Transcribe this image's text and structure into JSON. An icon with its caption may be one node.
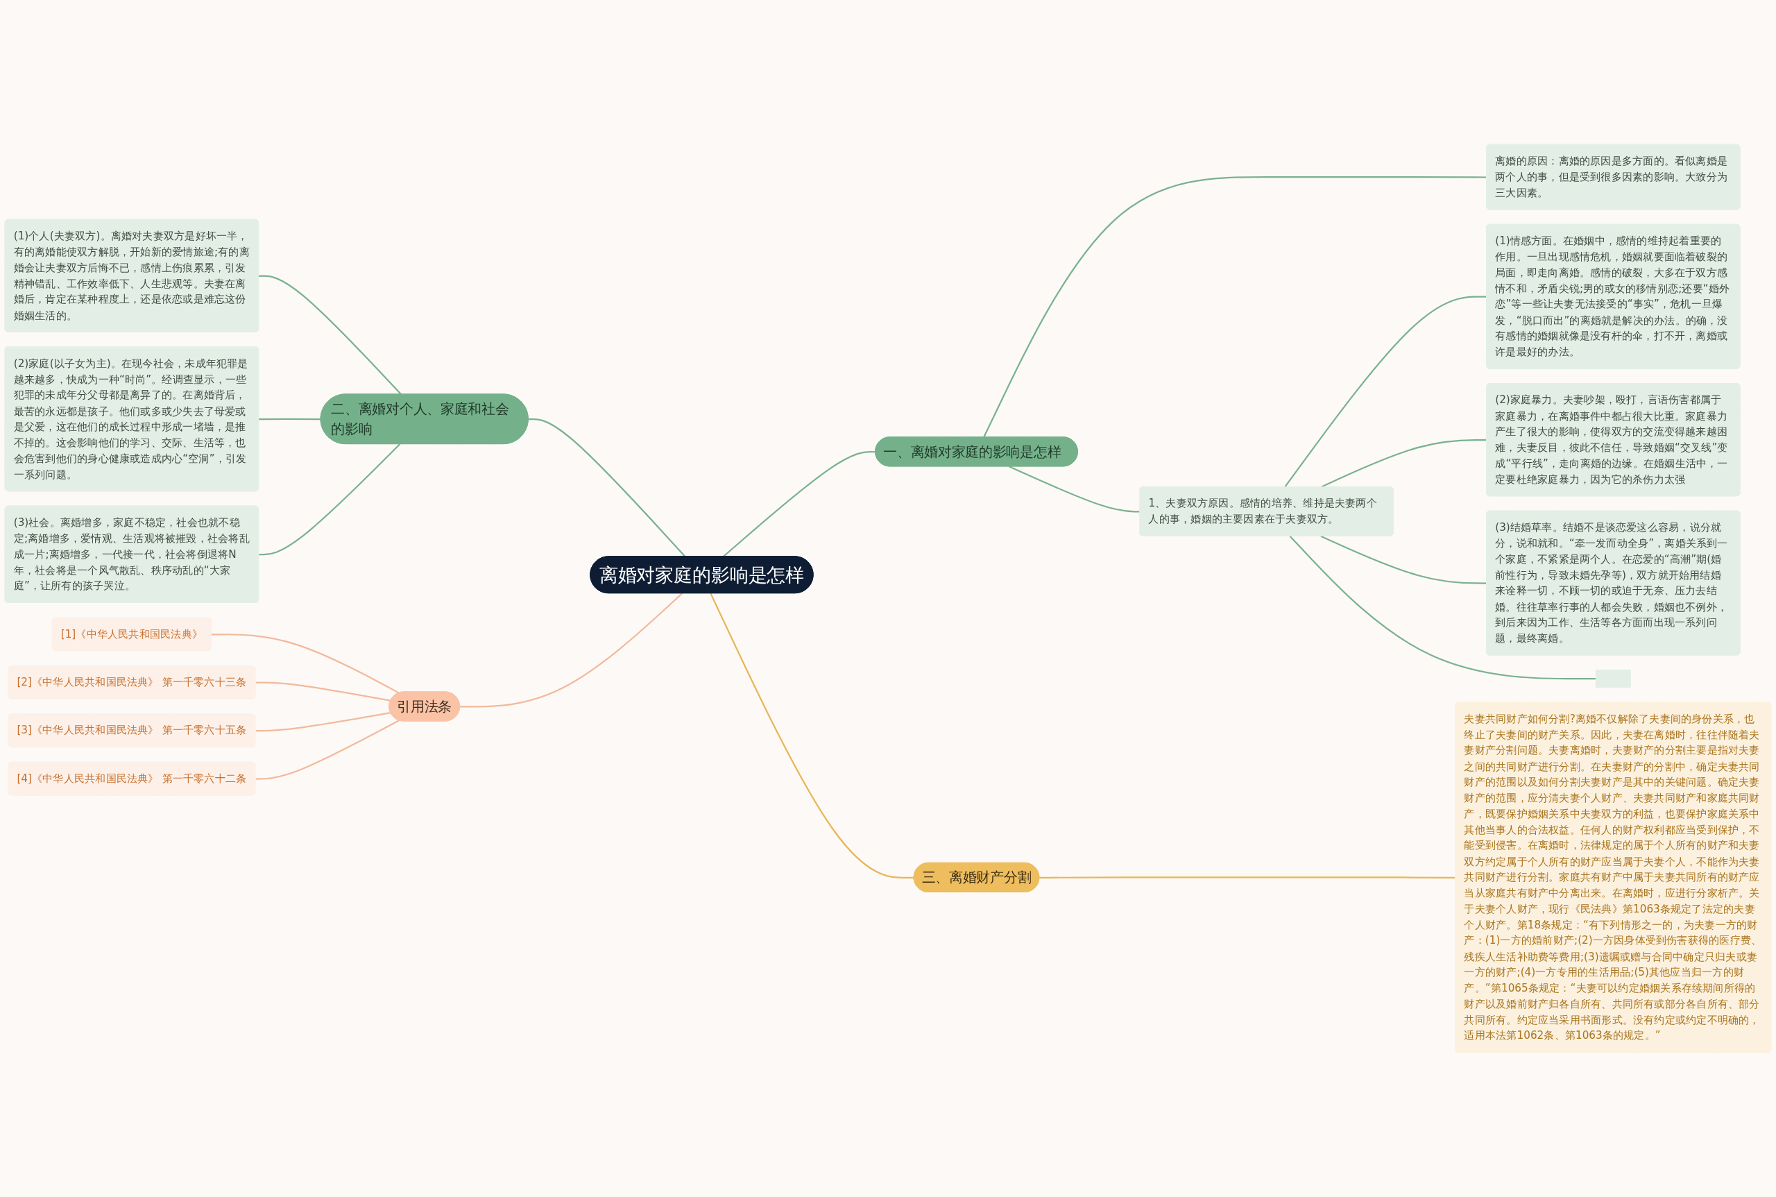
{
  "diagram": {
    "nodes": [
      {
        "text": [
          "离婚对家庭的影响是怎样"
        ]
      },
      {
        "text": [
          "一、离婚对家庭的影响是怎样"
        ]
      },
      {
        "text": [
          "离婚的原因：离婚的原因是多方面的。看似离婚是两个人的事，但是受到很多因素的影响。大致分为三大因素。"
        ]
      },
      {
        "text": [
          "1、夫妻双方原因。感情的培养、维持是夫妻两个人的事，婚姻的主要因素在于夫妻双方。"
        ]
      },
      {
        "text": [
          "(1)情感方面。在婚姻中，感情的维持起着重要的作用。一旦出现感情危机，婚姻就要面临着破裂的局面，即走向离婚。感情的破裂，大多在于双方感情不和，矛盾尖锐;男的或女的移情别恋;还要“婚外恋”等一些让夫妻无法接受的“事实”，危机一旦爆发，“脱口而出”的离婚就是解决的办法。的确，没有感情的婚姻就像是没有杆的伞，打不开，离婚或许是最好的办法。"
        ]
      },
      {
        "text": [
          "(2)家庭暴力。夫妻吵架，殴打，言语伤害都属于家庭暴力，在离婚事件中都占很大比重。家庭暴力产生了很大的影响，使得双方的交流变得越来越困难，夫妻反目，彼此不信任，导致婚姻“交叉线”变成“平行线”，走向离婚的边缘。在婚姻生活中，一定要杜绝家庭暴力，因为它的杀伤力太强"
        ]
      },
      {
        "text": [
          "(3)结婚草率。结婚不是谈恋爱这么容易，说分就分，说和就和。“牵一发而动全身”，离婚关系到一个家庭，不紧紧是两个人。在恋爱的“高潮”期(婚前性行为，导致未婚先孕等)，双方就开始用结婚来诠释一切，不顾一切的或迫于无奈、压力去结婚。往往草率行事的人都会失败，婚姻也不例外，到后来因为工作、生活等各方面而出现一系列问题，最终离婚。"
        ]
      },
      {
        "text": [],
        "shape": "box"
      },
      {
        "text": [
          "二、离婚对个人、家庭和社会的影响"
        ]
      },
      {
        "text": [
          "(1)个人(夫妻双方)。离婚对夫妻双方是好坏一半，有的离婚能使双方解脱，开始新的爱情旅途;有的离婚会让夫妻双方后悔不已，感情上伤痕累累，引发精神错乱、工作效率低下、人生悲观等。夫妻在离婚后，肯定在某种程度上，还是依恋或是难忘这份婚姻生活的。"
        ]
      },
      {
        "text": [
          "(2)家庭(以子女为主)。在现今社会，未成年犯罪是越来越多，快成为一种“时尚”。经调查显示，一些犯罪的未成年分父母都是离异了的。在离婚背后，最苦的永远都是孩子。他们或多或少失去了母爱或是父爱，这在他们的成长过程中形成一堵墙，是推不掉的。这会影响他们的学习、交际、生活等，也会危害到他们的身心健康或造成内心“空洞”，引发一系列问题。"
        ]
      },
      {
        "text": [
          "(3)社会。离婚增多，家庭不稳定，社会也就不稳定;离婚增多，爱情观、生活观将被摧毁，社会将乱成一片;离婚增多，一代接一代，社会将倒退将N年，社会将是一个风气散乱、秩序动乱的“大家庭”，让所有的孩子哭泣。"
        ]
      },
      {
        "text": [
          "三、离婚财产分割"
        ]
      },
      {
        "text": [
          "夫妻共同财产如何分割?离婚不仅解除了夫妻间的身份关系，也终止了夫妻间的财产关系。因此，夫妻在离婚时，往往伴随着夫妻财产分割问题。夫妻离婚时，夫妻财产的分割主要是指对夫妻之间的共同财产进行分割。在夫妻财产的分割中，确定夫妻共同财产的范围以及如何分割夫妻财产是其中的关键问题。确定夫妻财产的范围，应分清夫妻个人财产、夫妻共同财产和家庭共同财产，既要保护婚姻关系中夫妻双方的利益，也要保护家庭关系中其他当事人的合法权益。任何人的财产权利都应当受到保护，不能受到侵害。在离婚时，法律规定的属于个人所有的财产和夫妻双方约定属于个人所有的财产应当属于夫妻个人，不能作为夫妻共同财产进行分割。家庭共有财产中属于夫妻共同所有的财产应当从家庭共有财产中分离出来。在离婚时，应进行分家析产。关于夫妻个人财产，现行《民法典》第1063条规定了法定的夫妻个人财产。第18条规定：“有下列情形之一的，为夫妻一方的财产：(1)一方的婚前财产;(2)一方因身体受到伤害获得的医疗费、残疾人生活补助费等费用;(3)遗嘱或赠与合同中确定只归夫或妻一方的财产;(4)一方专用的生活用品;(5)其他应当归一方的财产。”第1065条规定：“夫妻可以约定婚姻关系存续期间所得的财产以及婚前财产归各自所有、共同所有或部分各自所有、部分共同所有。约定应当采用书面形式。没有约定或约定不明确的，适用本法第1062条、第1063条的规定。”"
        ]
      },
      {
        "text": [
          "引用法条"
        ]
      },
      {
        "text": [
          "[1]《中华人民共和国民法典》"
        ]
      },
      {
        "text": [
          "[2]《中华人民共和国民法典》 第一千零六十三条"
        ]
      },
      {
        "text": [
          "[3]《中华人民共和国民法典》 第一千零六十五条"
        ]
      },
      {
        "text": [
          "[4]《中华人民共和国民法典》 第一千零六十二条"
        ]
      }
    ],
    "edges": [
      {
        "from": 0,
        "to": 1,
        "arrow": "none"
      },
      {
        "from": 1,
        "to": 2,
        "arrow": "none"
      },
      {
        "from": 1,
        "to": 3,
        "arrow": "none"
      },
      {
        "from": 3,
        "to": 4,
        "arrow": "none"
      },
      {
        "from": 3,
        "to": 5,
        "arrow": "none"
      },
      {
        "from": 3,
        "to": 6,
        "arrow": "none"
      },
      {
        "from": 3,
        "to": 7,
        "arrow": "none"
      },
      {
        "from": 0,
        "to": 8,
        "arrow": "none"
      },
      {
        "from": 8,
        "to": 9,
        "arrow": "none"
      },
      {
        "from": 8,
        "to": 10,
        "arrow": "none"
      },
      {
        "from": 8,
        "to": 11,
        "arrow": "none"
      },
      {
        "from": 0,
        "to": 12,
        "arrow": "none",
        "color": "#e8b656"
      },
      {
        "from": 12,
        "to": 13,
        "arrow": "none",
        "color": "#e8b656"
      },
      {
        "from": 0,
        "to": 14,
        "arrow": "none",
        "color": "#f2b99b"
      },
      {
        "from": 14,
        "to": 15,
        "arrow": "none",
        "color": "#f2b99b"
      },
      {
        "from": 14,
        "to": 16,
        "arrow": "none",
        "color": "#f2b99b"
      },
      {
        "from": 14,
        "to": 17,
        "arrow": "none",
        "color": "#f2b99b"
      },
      {
        "from": 14,
        "to": 18,
        "arrow": "none",
        "color": "#f2b99b"
      }
    ]
  }
}
